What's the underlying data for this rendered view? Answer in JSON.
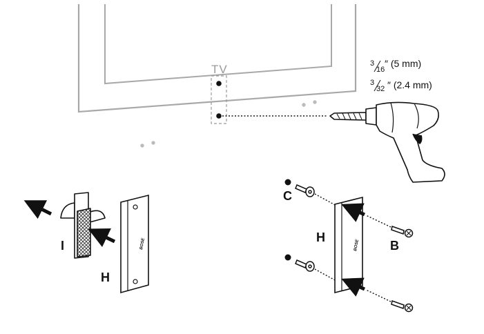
{
  "tv_label": "TV",
  "drill_bits": {
    "bit_large": {
      "numerator": "3",
      "denominator": "16",
      "suffix": "″ (5 mm)"
    },
    "bit_small": {
      "numerator": "3",
      "denominator": "32",
      "suffix": "″ (2.4 mm)"
    }
  },
  "callouts": {
    "i": "I",
    "h_left": "H",
    "h_right": "H",
    "b": "B",
    "c": "C"
  },
  "brand_mark": "BOSE",
  "icons": [
    "tv-outline-icon",
    "drill-icon",
    "adhesive-pad-icon",
    "mounting-bracket-icon",
    "screw-icon",
    "wall-anchor-icon",
    "arrow-icon"
  ]
}
